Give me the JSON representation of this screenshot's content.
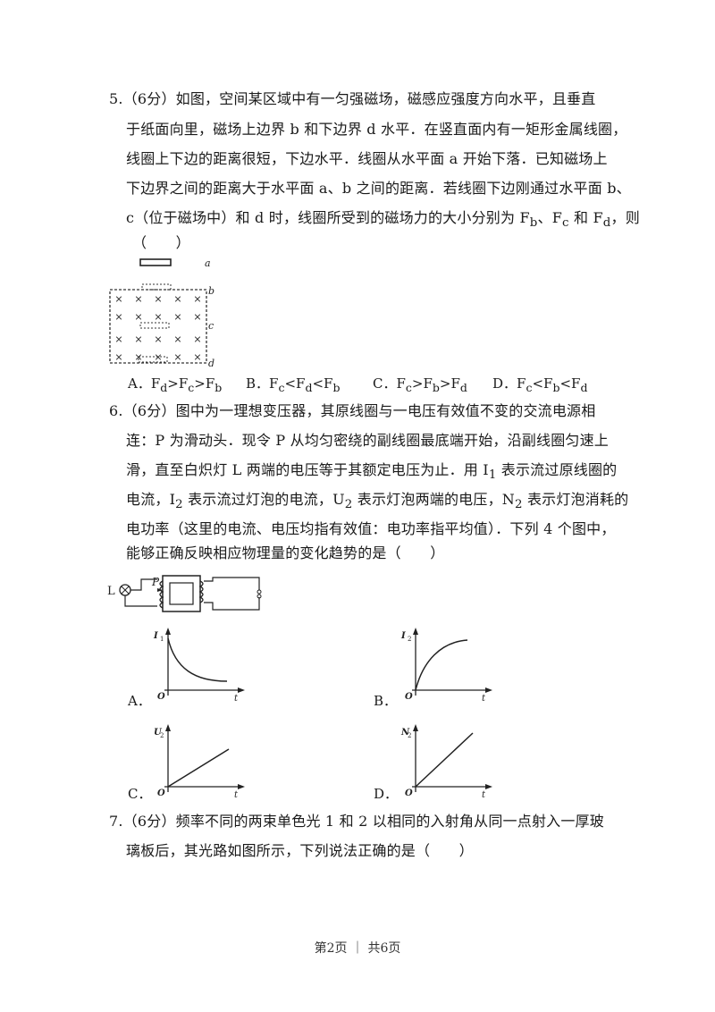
{
  "q5": {
    "lines": [
      "5.（6分）如图，空间某区域中有一匀强磁场，磁感应强度方向水平，且垂直",
      "于纸面向里，磁场上边界 b 和下边界 d 水平．在竖直面内有一矩形金属线圈，",
      "线圈上下边的距离很短，下边水平．线圈从水平面 a 开始下落．已知磁场上",
      "下边界之间的距离大于水平面 a、b 之间的距离．若线圈下边刚通过水平面 b、",
      "c（位于磁场中）和 d 时，线圈所受到的磁场力的大小分别为 F",
      "（　　）"
    ],
    "line5_sub_b": "b",
    "line5_sep1": "、F",
    "line5_sub_c": "c",
    "line5_sep2": " 和 F",
    "line5_sub_d": "d",
    "line5_end": "，则",
    "figure_labels": {
      "a": "a",
      "b": "b",
      "c": "c",
      "d": "d"
    },
    "options": [
      {
        "letter": "A．",
        "expr": [
          [
            "F",
            "d"
          ],
          [
            ">F",
            "c"
          ],
          [
            ">F",
            "b"
          ]
        ]
      },
      {
        "letter": "B．",
        "expr": [
          [
            "F",
            "c"
          ],
          [
            "<F",
            "d"
          ],
          [
            "<F",
            "b"
          ]
        ]
      },
      {
        "letter": "C．",
        "expr": [
          [
            "F",
            "c"
          ],
          [
            ">F",
            "b"
          ],
          [
            ">F",
            "d"
          ]
        ]
      },
      {
        "letter": "D．",
        "expr": [
          [
            "F",
            "c"
          ],
          [
            "<F",
            "b"
          ],
          [
            "<F",
            "d"
          ]
        ]
      }
    ]
  },
  "q6": {
    "line1": "6.（6分）图中为一理想变压器，其原线圈与一电压有效值不变的交流电源相",
    "line2": "连：P 为滑动头．现令 P 从均匀密绕的副线圈最底端开始，沿副线圈匀速上",
    "line3": "滑，直至白炽灯 L 两端的电压等于其额定电压为止．用 I",
    "line3_sub": "1",
    "line3_end": " 表示流过原线圈的",
    "line4_a": "电流，I",
    "line4_sub1": "2",
    "line4_b": " 表示流过灯泡的电流，U",
    "line4_sub2": "2",
    "line4_c": " 表示灯泡两端的电压，N",
    "line4_sub3": "2",
    "line4_d": " 表示灯泡消耗的",
    "line5": "电功率（这里的电流、电压均指有效值：电功率指平均值）．下列 4 个图中，",
    "line6": "能够正确反映相应物理量的变化趋势的是（　　）",
    "circuit_labels": {
      "L": "L",
      "P": "P"
    },
    "graphs": [
      {
        "option": "A．",
        "ylabel": "I",
        "ysub": "1",
        "xlabel": "t",
        "origin": "O"
      },
      {
        "option": "B．",
        "ylabel": "I",
        "ysub": "2",
        "xlabel": "t",
        "origin": "O"
      },
      {
        "option": "C．",
        "ylabel": "U",
        "ysub": "2",
        "xlabel": "t",
        "origin": "O"
      },
      {
        "option": "D．",
        "ylabel": "N",
        "ysub": "2",
        "xlabel": "t",
        "origin": "O"
      }
    ]
  },
  "q7": {
    "line1": "7.（6分）频率不同的两束单色光 1 和 2 以相同的入射角从同一点射入一厚玻",
    "line2": "璃板后，其光路如图所示，下列说法正确的是（　　）"
  },
  "footer": "第2页 ｜ 共6页"
}
